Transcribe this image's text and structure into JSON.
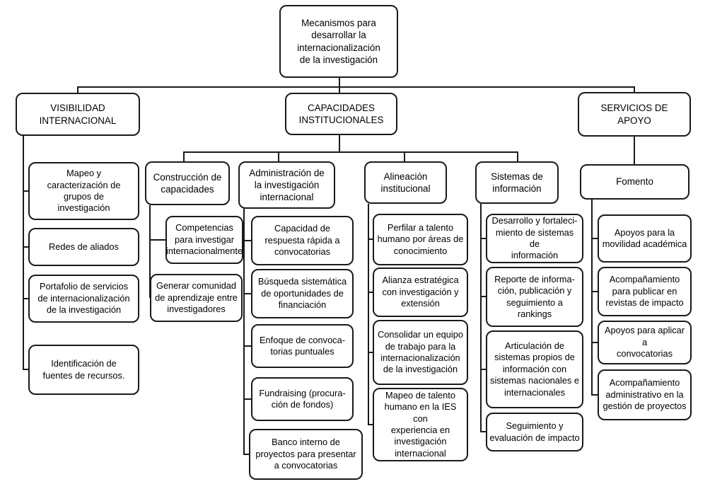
{
  "diagram": {
    "root": {
      "label": "Mecanismos para\ndesarrollar la\ninternacionalización\nde la investigación"
    },
    "visibilidad": {
      "label": "VISIBILIDAD\nINTERNACIONAL",
      "items": [
        "Mapeo y\ncaracterización de\ngrupos de\ninvestigación",
        "Redes de aliados",
        "Portafolio de servicios\nde internacionalización\nde la investigación",
        "Identificación de\nfuentes de recursos."
      ]
    },
    "capacidades": {
      "label": "CAPACIDADES\nINSTITUCIONALES",
      "groups": [
        {
          "label": "Construcción de\ncapacidades",
          "items": [
            "Competencias\npara investigar\ninternacionalmente",
            "Generar comunidad\nde aprendizaje entre\ninvestigadores"
          ]
        },
        {
          "label": "Administración de\nla investigación\ninternacional",
          "items": [
            "Capacidad de\nrespuesta rápida a\nconvocatorias",
            "Búsqueda sistemática\nde oportunidades de\nfinanciación",
            "Enfoque de convoca-\ntorias puntuales",
            "Fundraising (procura-\nción de fondos)",
            "Banco interno de\nproyectos para presentar\na convocatorias"
          ]
        },
        {
          "label": "Alineación\ninstitucional",
          "items": [
            "Perfilar a talento\nhumano por áreas de\nconocimiento",
            "Alianza estratégica\ncon investigación y\nextensión",
            "Consolidar un equipo\nde trabajo para la\ninternacionalización\nde la investigación",
            "Mapeo de talento\nhumano en la IES con\nexperiencia en\ninvestigación\ninternacional"
          ]
        },
        {
          "label": "Sistemas de\ninformación",
          "items": [
            "Desarrollo y fortaleci-\nmiento de sistemas de\ninformación",
            "Reporte de informa-\nción, publicación y\nseguimiento a\nrankings",
            "Articulación de\nsistemas propios de\ninformación con\nsistemas nacionales e\ninternacionales",
            "Seguimiento y\nevaluación de impacto"
          ]
        }
      ]
    },
    "servicios": {
      "label": "SERVICIOS DE\nAPOYO",
      "groups": [
        {
          "label": "Fomento",
          "items": [
            "Apoyos para la\nmovilidad académica",
            "Acompañamiento\npara publicar en\nrevistas de impacto",
            "Apoyos para aplicar a\nconvocatorias",
            "Acompañamiento\nadministrativo en la\ngestión de proyectos"
          ]
        }
      ]
    }
  }
}
